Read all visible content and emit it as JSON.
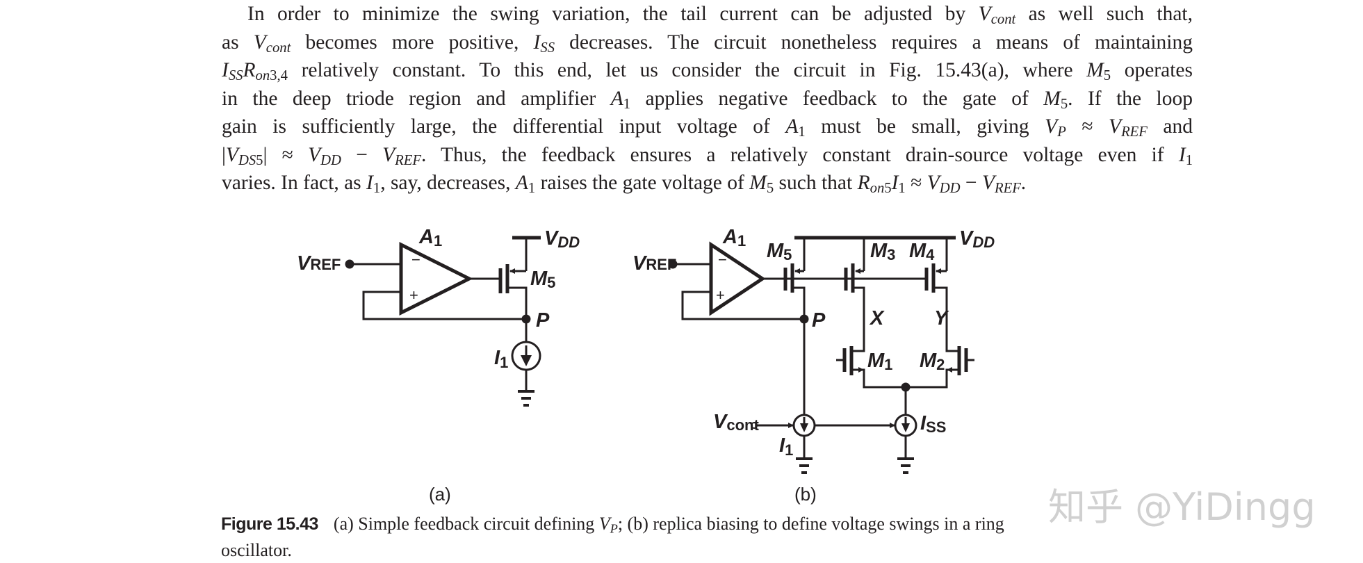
{
  "paragraph": [
    "In order to minimize the swing variation, the tail current can be adjusted by $V_{cont}$ as well such that,",
    "as $V_{cont}$ becomes more positive, $I_{SS}$ decreases. The circuit nonetheless requires a means of maintaining",
    "$I_{SS}R_{on3,4}$ relatively constant. To this end, let us consider the circuit in Fig. 15.43(a), where $M_{5}$ operates",
    "in the deep triode region and amplifier $A_{1}$ applies negative feedback to the gate of $M_{5}$. If the loop",
    "gain is sufficiently large, the differential input voltage of $A_{1}$ must be small, giving $V_{P} ≈ V_{REF}$ and",
    "$|V_{DS5}| ≈ V_{DD} − V_{REF}$. Thus, the feedback ensures a relatively constant drain-source voltage even if $I_{1}$",
    "varies. In fact, as $I_{1}$, say, decreases, $A_{1}$ raises the gate voltage of $M_{5}$ such that $R_{on5}I_{1} ≈ V_{DD} − V_{REF}$."
  ],
  "figure_a": {
    "vref": {
      "main": "V",
      "sub": "REF"
    },
    "amp": {
      "main": "A",
      "sub": "1"
    },
    "minus": "−",
    "plus": "+",
    "vdd": {
      "main": "V",
      "sub": "DD"
    },
    "m5": {
      "main": "M",
      "sub": "5"
    },
    "p": "P",
    "i1": {
      "main": "I",
      "sub": "1"
    },
    "label": "(a)"
  },
  "figure_b": {
    "vref": {
      "main": "V",
      "sub": "REF"
    },
    "amp": {
      "main": "A",
      "sub": "1"
    },
    "minus": "−",
    "plus": "+",
    "vdd": {
      "main": "V",
      "sub": "DD"
    },
    "m5": {
      "main": "M",
      "sub": "5"
    },
    "m3": {
      "main": "M",
      "sub": "3"
    },
    "m4": {
      "main": "M",
      "sub": "4"
    },
    "m1": {
      "main": "M",
      "sub": "1"
    },
    "m2": {
      "main": "M",
      "sub": "2"
    },
    "x": "X",
    "y": "Y",
    "p": "P",
    "vcont": {
      "main": "V",
      "sub": "cont"
    },
    "i1": {
      "main": "I",
      "sub": "1"
    },
    "iss": {
      "main": "I",
      "sub": "SS"
    },
    "label": "(b)"
  },
  "caption": {
    "figure_number": "Figure 15.43",
    "text_line1": "(a) Simple feedback circuit defining $V_{P}$; (b) replica biasing to define voltage swings in a ring",
    "text_line2": "oscillator."
  },
  "watermark": "知乎 @YiDingg"
}
